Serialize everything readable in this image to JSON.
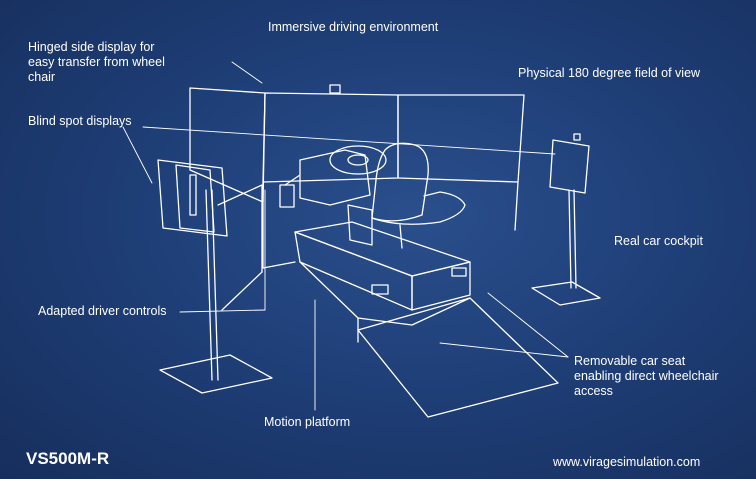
{
  "labels": {
    "immersive": "Immersive driving environment",
    "hinged": "Hinged side display for\neasy transfer from wheel\nchair",
    "fov": "Physical 180 degree field of view",
    "blindspot": "Blind spot displays",
    "cockpit": "Real car cockpit",
    "controls": "Adapted driver controls",
    "seat": "Removable car  seat\nenabling  direct wheelchair\naccess",
    "platform": "Motion platform"
  },
  "model": "VS500M-R",
  "website": "www.viragesimulation.com",
  "colors": {
    "background": "#1f3f78",
    "lines": "#ffffff"
  }
}
